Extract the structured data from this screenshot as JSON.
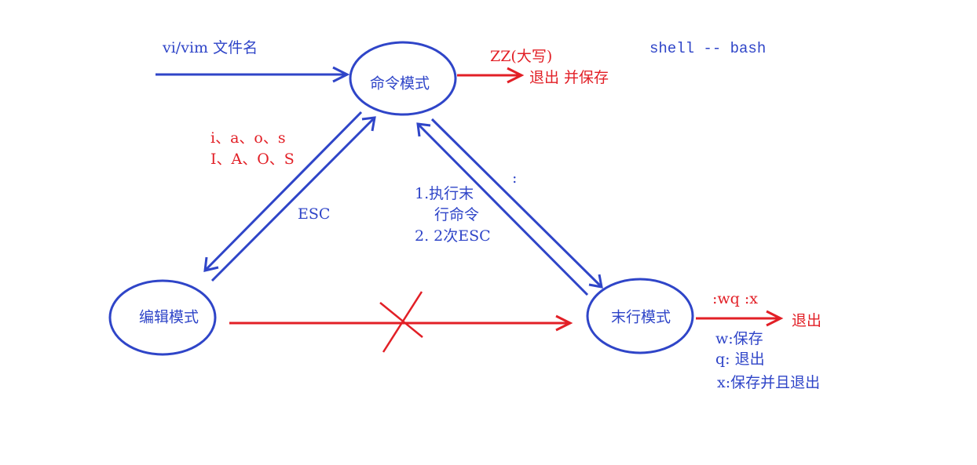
{
  "colors": {
    "blue": "#2f45c8",
    "red": "#e21f26",
    "background": "#ffffff"
  },
  "nodes": {
    "command_mode": "命令模式",
    "edit_mode": "编辑模式",
    "last_line_mode": "末行模式"
  },
  "labels": {
    "open_file": "vi/vim 文件名",
    "zz_label": "ZZ(大写)",
    "quit_save": "退出 并保存",
    "shell": "shell -- bash",
    "insert_keys_lower": "i、a、o、s",
    "insert_keys_upper": "I、A、O、S",
    "esc": "ESC",
    "colon": ":",
    "return_line1": "1.执行末",
    "return_line2": "行命令",
    "return_line3": "2. 2次ESC",
    "wq_x": ":wq :x",
    "quit": "退出",
    "w_desc": "w:保存",
    "q_desc": "q: 退出",
    "x_desc": "x:保存并且退出"
  }
}
